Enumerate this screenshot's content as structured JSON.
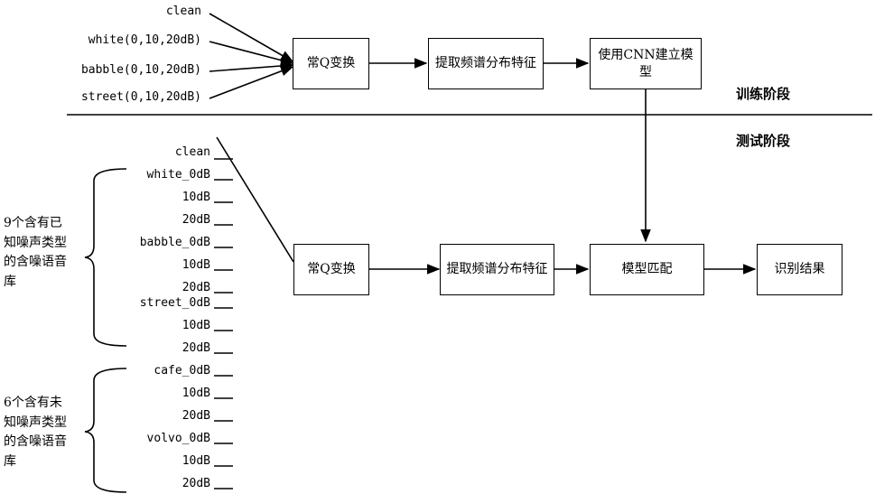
{
  "training": {
    "inputs": [
      "clean",
      "white(0,10,20dB)",
      "babble(0,10,20dB)",
      "street(0,10,20dB)"
    ],
    "boxes": [
      "常Q变换",
      "提取频谱分布特征",
      "使用CNN建立模型"
    ],
    "phase_label": "训练阶段"
  },
  "testing": {
    "phase_label": "测试阶段",
    "known_group_label": "9个含有已知噪声类型的含噪语音库",
    "unknown_group_label": "6个含有未知噪声类型的含噪语音库",
    "inputs": [
      "clean",
      "white_0dB",
      "10dB",
      "20dB",
      "babble_0dB",
      "10dB",
      "20dB",
      "street_0dB",
      "10dB",
      "20dB",
      "cafe_0dB",
      "10dB",
      "20dB",
      "volvo_0dB",
      "10dB",
      "20dB"
    ],
    "boxes": [
      "常Q变换",
      "提取频谱分布特征",
      "模型匹配",
      "识别结果"
    ]
  }
}
